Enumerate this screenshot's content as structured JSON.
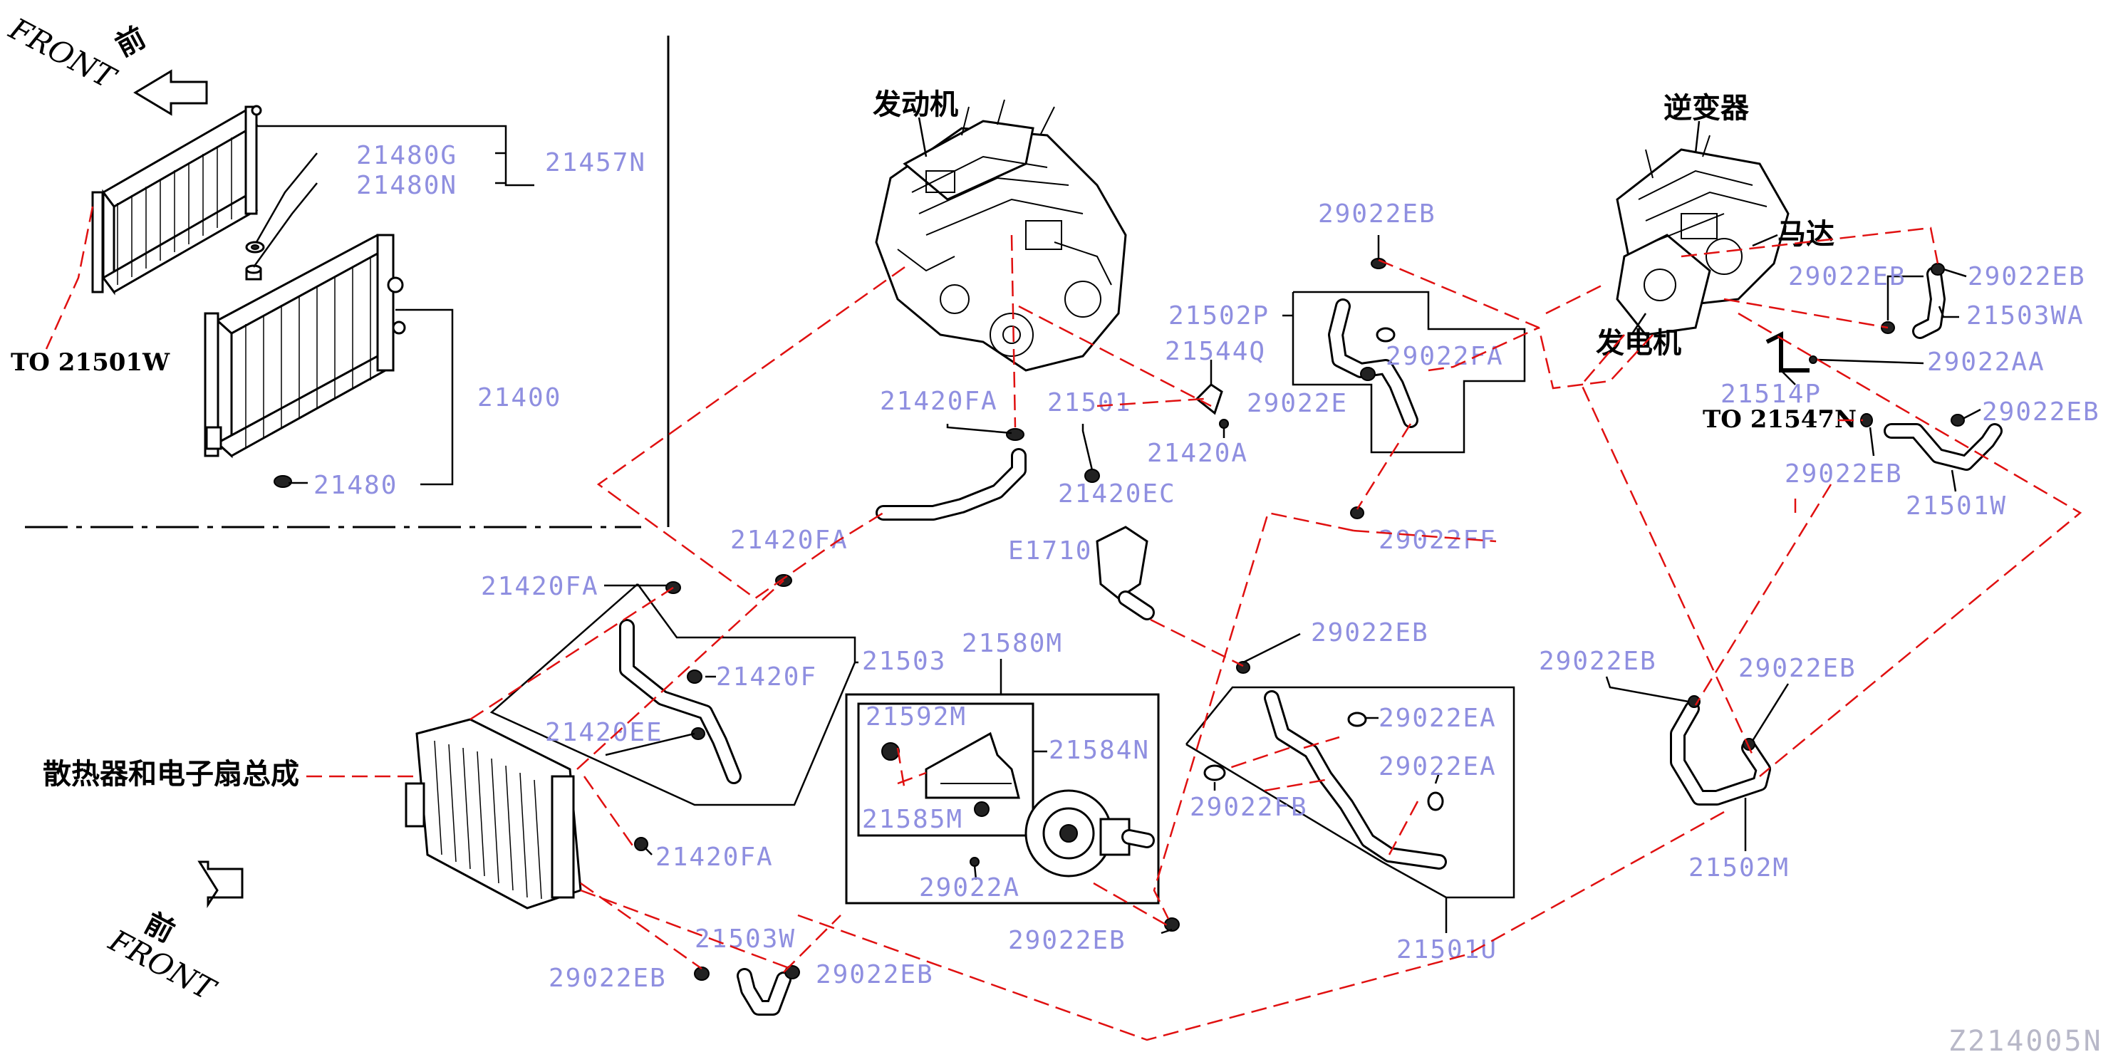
{
  "labels": {
    "front_top_cn": "前",
    "front_top_en": "FRONT",
    "front_bottom_cn": "前",
    "front_bottom_en": "FRONT",
    "engine_cn": "发动机",
    "inverter_cn": "逆变器",
    "motor_cn": "马达",
    "generator_cn": "发电机",
    "radiator_assy_cn": "散热器和电子扇总成",
    "to_21501w": "TO 21501W",
    "to_21547n": "TO 21547N",
    "diagram_code": "Z214005N"
  },
  "parts": {
    "p21480g": "21480G",
    "p21480n": "21480N",
    "p21457n": "21457N",
    "p21400": "21400",
    "p21480": "21480",
    "p21420fa_eng": "21420FA",
    "p21501": "21501",
    "p21420ec": "21420EC",
    "p21502p": "21502P",
    "p21544q": "21544Q",
    "p21420a": "21420A",
    "p29022eb_top": "29022EB",
    "p29022fa": "29022FA",
    "p29022e_mid": "29022E",
    "p29022eb_r1": "29022EB",
    "p29022eb_r2": "29022EB",
    "p21503wa": "21503WA",
    "p29022aa": "29022AA",
    "p21514p": "21514P",
    "p29022eb_r3": "29022EB",
    "p29022eb_r4": "29022EB",
    "p21501w": "21501W",
    "p29022ff": "29022FF",
    "p21420fa_mid": "21420FA",
    "p21710": "E1710",
    "p21420fa_left": "21420FA",
    "p21420f": "21420F",
    "p21503": "21503",
    "p21420ee": "21420EE",
    "p21580m": "21580M",
    "p21592m": "21592M",
    "p21584n": "21584N",
    "p21585m": "21585M",
    "p29022a": "29022A",
    "p29022eb_c": "29022EB",
    "p29022ea_1": "29022EA",
    "p29022ea_2": "29022EA",
    "p29022fb": "29022FB",
    "p21420fa_low": "21420FA",
    "p21503w": "21503W",
    "p29022eb_b1": "29022EB",
    "p29022eb_b2": "29022EB",
    "p29022eb_b3": "29022EB",
    "p21501u": "21501U",
    "p29022eb_r5": "29022EB",
    "p29022eb_r6": "29022EB",
    "p21502m": "21502M"
  },
  "colors": {
    "label_blue": "#8f8fe0",
    "leader_red": "#e01010",
    "line_black": "#000000"
  }
}
